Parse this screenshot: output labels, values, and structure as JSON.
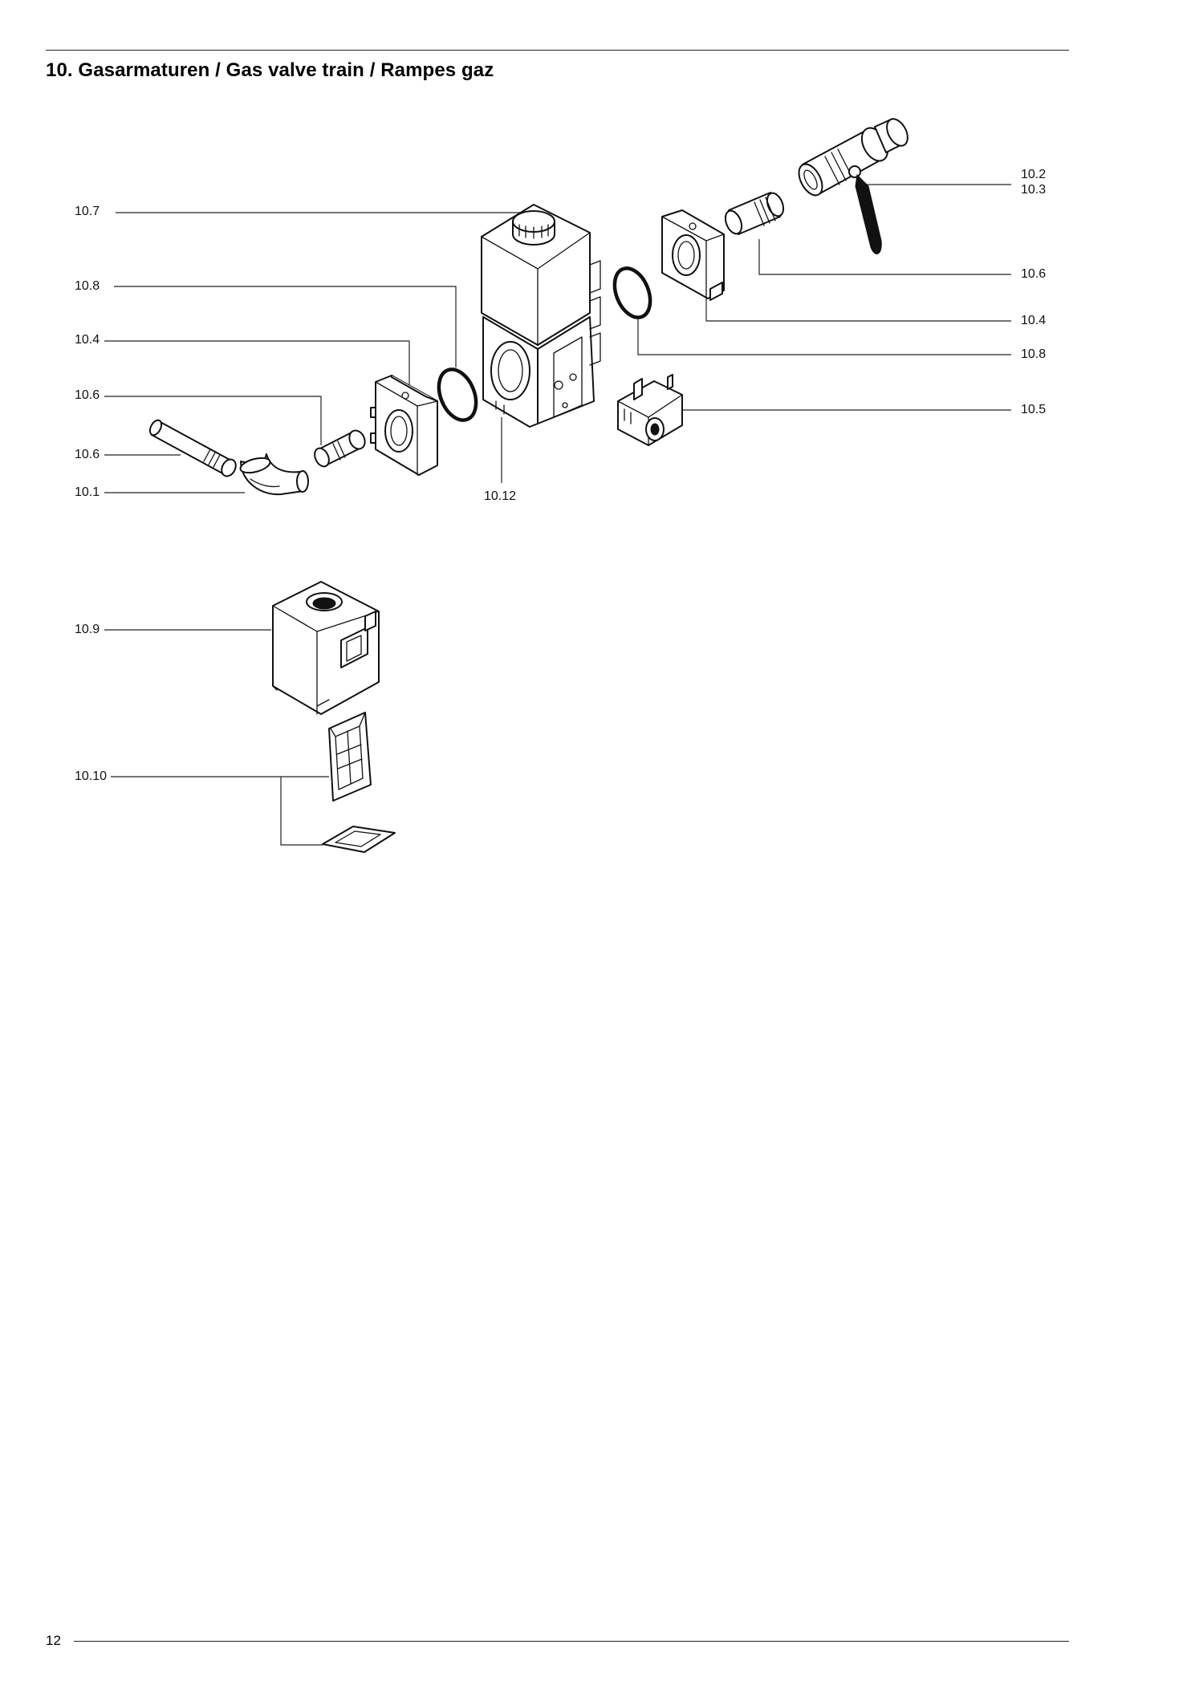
{
  "header": {
    "title": "10. Gasarmaturen / Gas valve train / Rampes gaz"
  },
  "footer": {
    "page_number": "12"
  },
  "diagram": {
    "labels": {
      "l_10_7": "10.7",
      "l_10_8_left": "10.8",
      "l_10_4_left": "10.4",
      "l_10_6_upper_left": "10.6",
      "l_10_6_lower_left": "10.6",
      "l_10_1": "10.1",
      "l_10_12": "10.12",
      "l_10_2": "10.2",
      "l_10_3": "10.3",
      "l_10_6_right": "10.6",
      "l_10_4_right": "10.4",
      "l_10_8_right": "10.8",
      "l_10_5": "10.5",
      "l_10_9": "10.9",
      "l_10_10": "10.10"
    }
  }
}
